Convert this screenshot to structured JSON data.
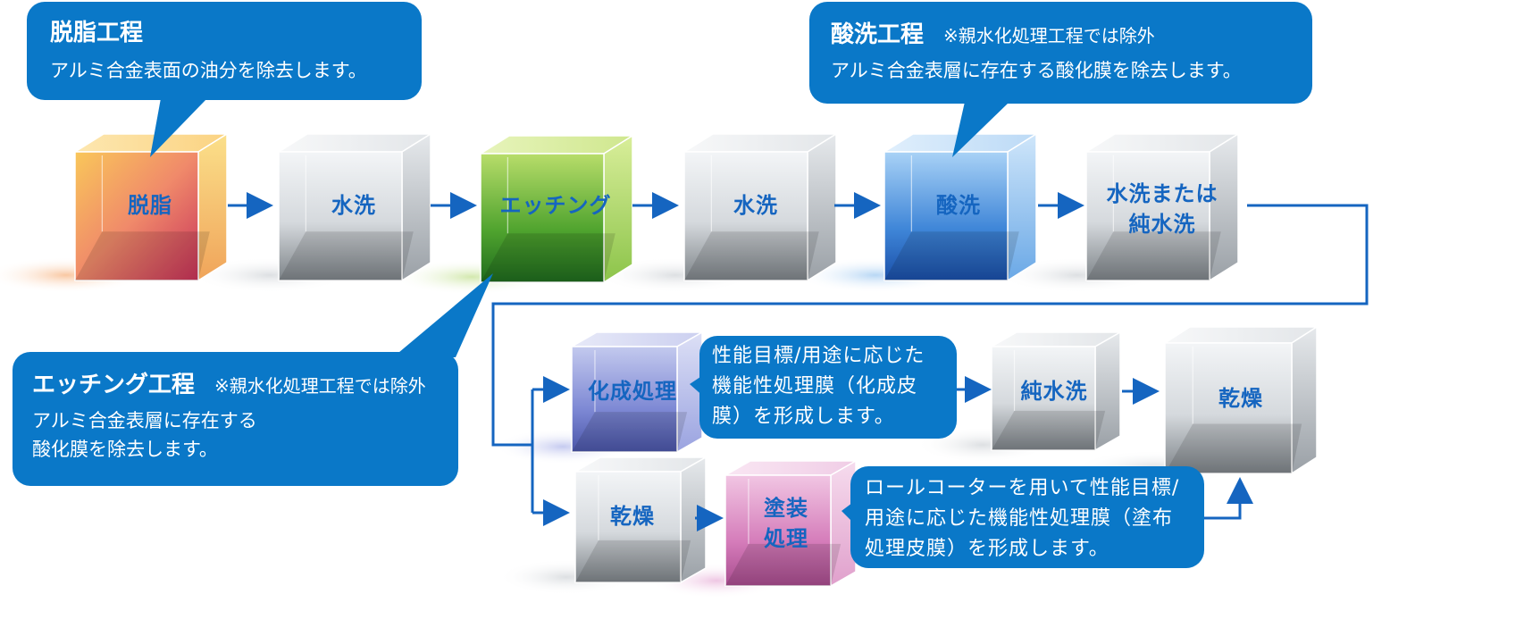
{
  "steps_row1": [
    "脱脂",
    "水洗",
    "エッチング",
    "水洗",
    "酸洗",
    "水洗または",
    "純水洗"
  ],
  "steps_row2a": [
    "化成処理",
    "純水洗",
    "乾燥"
  ],
  "steps_row2b": [
    "乾燥",
    "塗装",
    "処理"
  ],
  "callouts": {
    "degrease": {
      "title": "脱脂工程",
      "text": "アルミ合金表面の油分を除去します。"
    },
    "pickling": {
      "title": "酸洗工程",
      "note": "※親水化処理工程では除外",
      "text": "アルミ合金表層に存在する酸化膜を除去します。"
    },
    "etching": {
      "title": "エッチング工程",
      "note": "※親水化処理工程では除外",
      "line1": "アルミ合金表層に存在する",
      "line2": "酸化膜を除去します。"
    },
    "chemical": {
      "line1": "性能目標/用途に応じた",
      "line2": "機能性処理膜（化成皮",
      "line3": "膜）を形成します。"
    },
    "coating": {
      "line1": "ロールコーターを用いて性能目標/",
      "line2": "用途に応じた機能性処理膜（塗布",
      "line3": "処理皮膜）を形成します。"
    }
  },
  "colors": {
    "accent": "#0a78c8",
    "label": "#1565c0",
    "degrease_cube": "#e8604a",
    "etching_cube": "#5aa830",
    "pickling_cube": "#3f86d8",
    "chemical_cube": "#6f7fd0",
    "coating_cube": "#d07ab8",
    "clear_cube": "#a9afb5"
  },
  "icons": [
    "arrow-right-icon",
    "flow-line"
  ]
}
